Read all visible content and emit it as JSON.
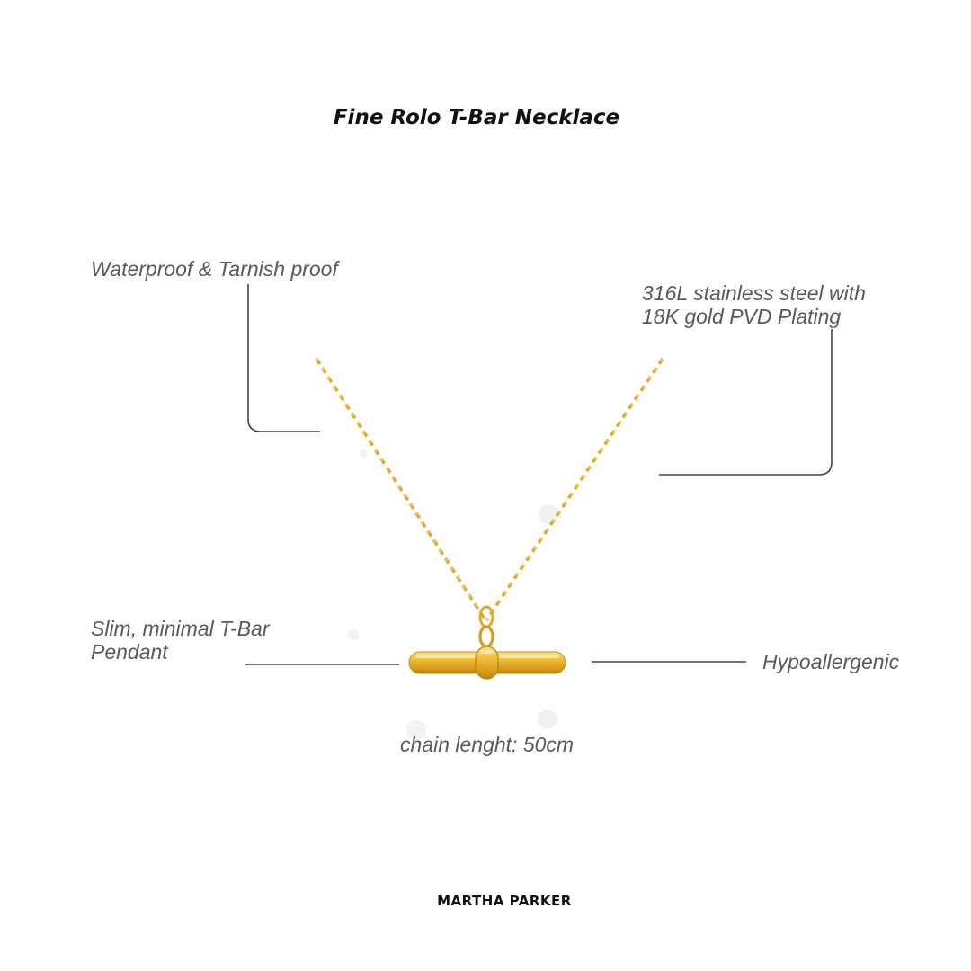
{
  "product_title": "Fine Rolo T-Bar Necklace",
  "features": {
    "waterproof": "Waterproof & Tarnish proof",
    "material_line1": "316L stainless steel with",
    "material_line2": "18K gold PVD Plating",
    "pendant_line1": "Slim, minimal T-Bar",
    "pendant_line2": "Pendant",
    "hypoallergenic": "Hypoallergenic",
    "chain_length": "chain lenght: 50cm"
  },
  "brand": "MARTHA PARKER",
  "colors": {
    "gold": "#e7b02c",
    "gold_light": "#fbe08a",
    "gold_dark": "#b8850f",
    "callout_line": "#444444",
    "label_text": "#5a5a5a"
  }
}
